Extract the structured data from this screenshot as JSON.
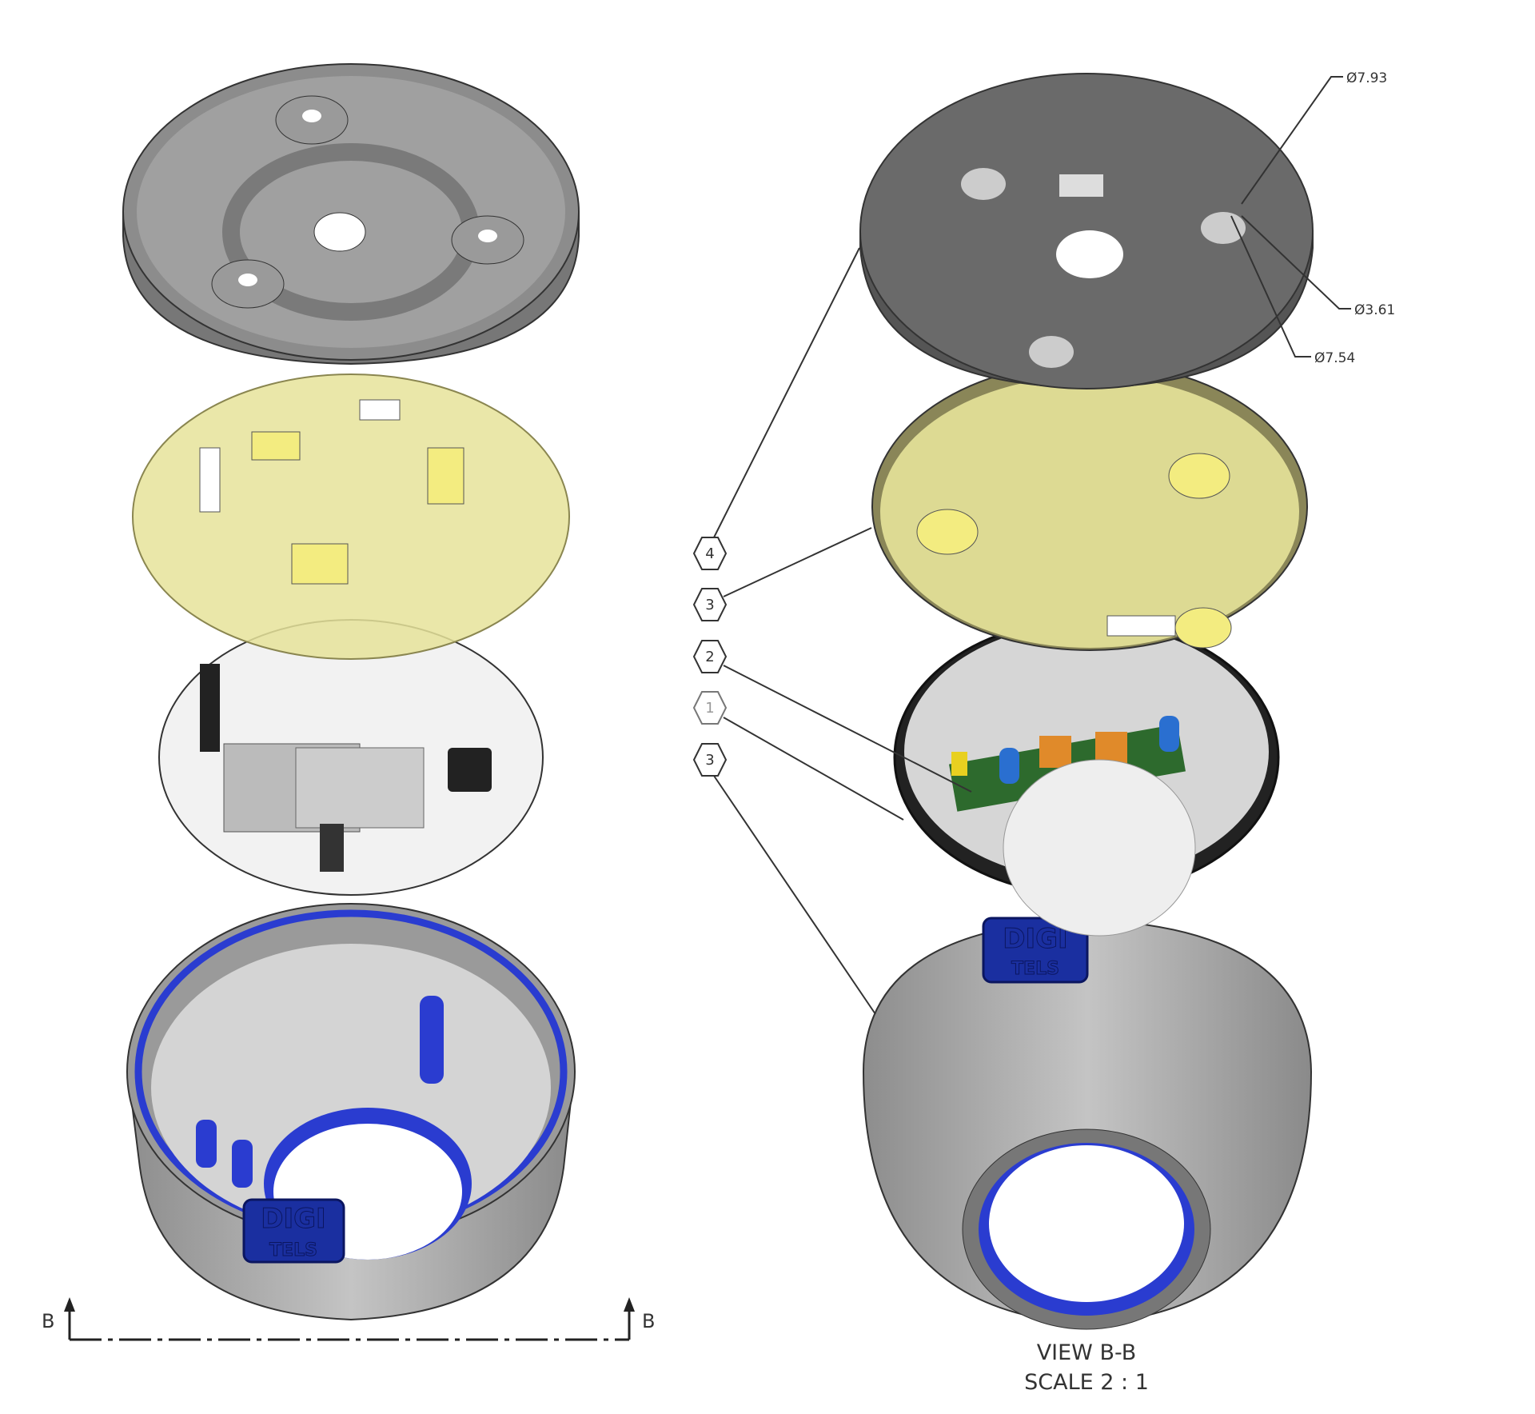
{
  "dimensions": {
    "d1": "Ø7.93",
    "d2": "Ø3.61",
    "d3": "Ø7.54"
  },
  "balloons": [
    "4",
    "3",
    "2",
    "1",
    "3"
  ],
  "section": {
    "left_label": "B",
    "right_label": "B"
  },
  "view": {
    "title": "VIEW B-B",
    "scale": "SCALE 2 : 1"
  },
  "logo": {
    "line1": "DIGI",
    "line2": "TELS"
  },
  "colors": {
    "lid": "#8c8c8c",
    "lid_dark": "#6a6a6a",
    "yellow": "#e6e39a",
    "pcb": "#f2f2f2",
    "housing": "#a8a8a8",
    "blue": "#2a3cd0"
  }
}
